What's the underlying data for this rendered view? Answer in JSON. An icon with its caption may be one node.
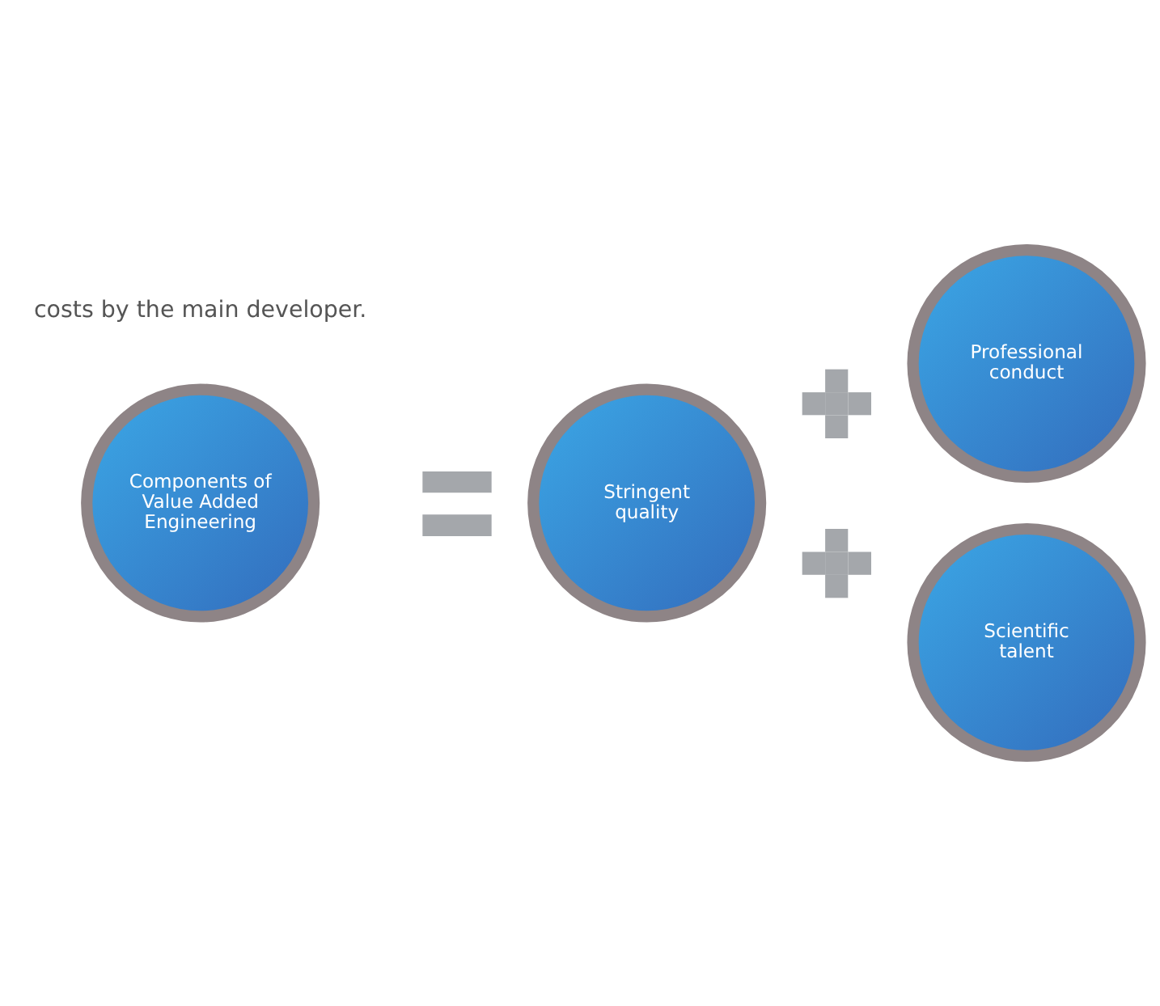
{
  "diagram": {
    "nodes": [
      {
        "text": [
          "Professional conduct"
        ]
      },
      {
        "text": [],
        "shape": "plus"
      },
      {
        "text": [
          "Components of Value Added Engineering"
        ]
      },
      {
        "text": [],
        "shape": "equals"
      },
      {
        "text": [
          "Stringent quality"
        ]
      },
      {
        "text": [],
        "shape": "plus"
      },
      {
        "text": [
          "Scientific talent"
        ]
      }
    ],
    "edges": [],
    "labels": [
      "costs by the main developer."
    ]
  }
}
